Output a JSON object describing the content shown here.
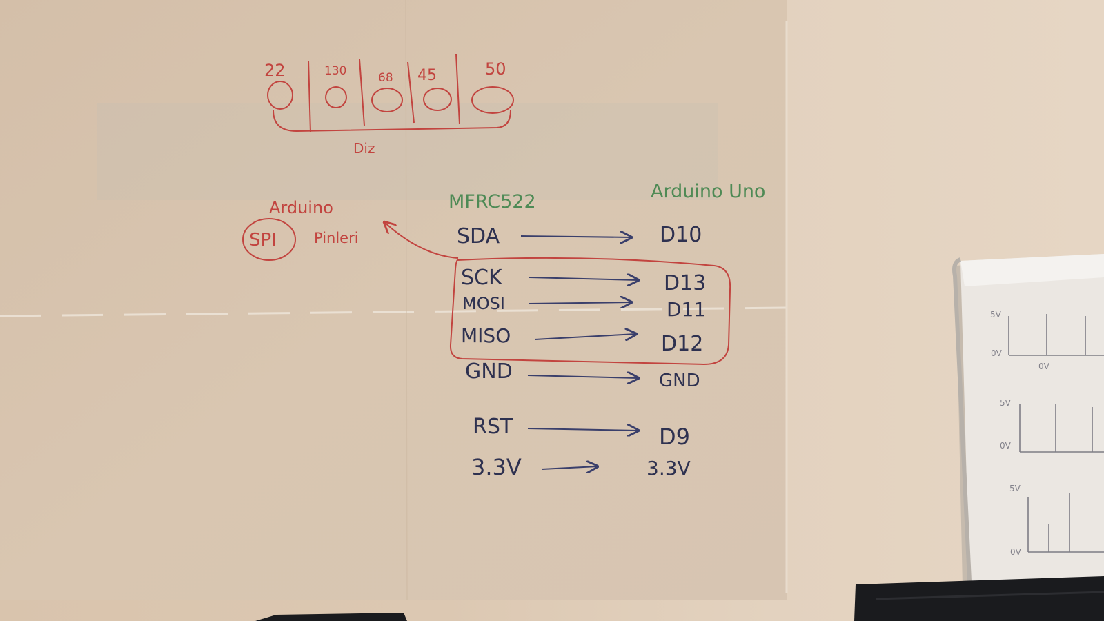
{
  "colors": {
    "wall": "#e4d3c0",
    "board": "#d6c2ad",
    "red_marker": "#c2443f",
    "green_marker": "#4e8a55",
    "navy_marker": "#3a3f6b",
    "monitor": "#1a1b1e"
  },
  "top_sketch": {
    "numbers": [
      "22",
      "130",
      "68",
      "45",
      "50"
    ],
    "label": "Diz"
  },
  "spi_note": {
    "circled": "SPI",
    "line1": "Arduino",
    "line2": "Pinleri"
  },
  "headers": {
    "left": "MFRC522",
    "right": "Arduino Uno"
  },
  "pin_map": [
    {
      "from": "SDA",
      "to": "D10"
    },
    {
      "from": "SCK",
      "to": "D13"
    },
    {
      "from": "MOSI",
      "to": "D11"
    },
    {
      "from": "MISO",
      "to": "D12"
    },
    {
      "from": "GND",
      "to": "GND"
    },
    {
      "from": "RST",
      "to": "D9"
    },
    {
      "from": "3.3V",
      "to": "3.3V"
    }
  ],
  "flipchart": {
    "labels": [
      "5V",
      "0V",
      "0V",
      "5V",
      "0V",
      "5V",
      "0V"
    ]
  }
}
